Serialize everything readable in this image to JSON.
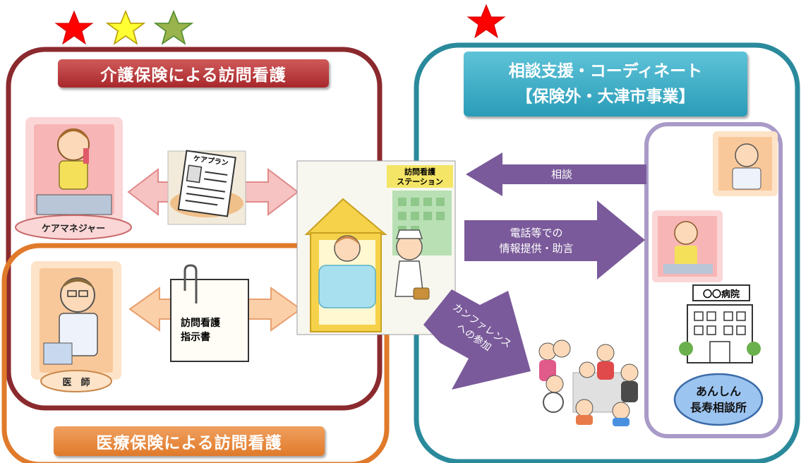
{
  "stars": [
    {
      "color": "#ff0000"
    },
    {
      "color": "#ffff33"
    },
    {
      "color": "#99b34d"
    },
    {
      "color": "#ff0000"
    }
  ],
  "left_section": {
    "care_banner": "介護保険による訪問看護",
    "medical_banner": "医療保険による訪問看護",
    "care_manager_label": "ケアマネジャー",
    "doctor_label": "医　師",
    "care_plan_label": "ケアプラン",
    "instruction_doc_line1": "訪問看護",
    "instruction_doc_line2": "指示書",
    "colors": {
      "care_border": "#8b2a2e",
      "medical_border": "#e07a2a"
    }
  },
  "center": {
    "station_sign_line1": "訪問看護",
    "station_sign_line2": "ステーション"
  },
  "right_section": {
    "banner_line1": "相談支援・コーディネート",
    "banner_line2": "【保険外・大津市事業】",
    "arrow_consult": "相談",
    "arrow_info_line1": "電話等での",
    "arrow_info_line2": "情報提供・助言",
    "arrow_conference_line1": "カンファレンス",
    "arrow_conference_line2": "への参加",
    "hospital_sign": "〇〇病院",
    "center_name_line1": "あんしん",
    "center_name_line2": "長寿相談所",
    "colors": {
      "border": "#2a8a9c",
      "inner_border": "#a99ac8",
      "arrow": "#7a5a9a"
    }
  }
}
